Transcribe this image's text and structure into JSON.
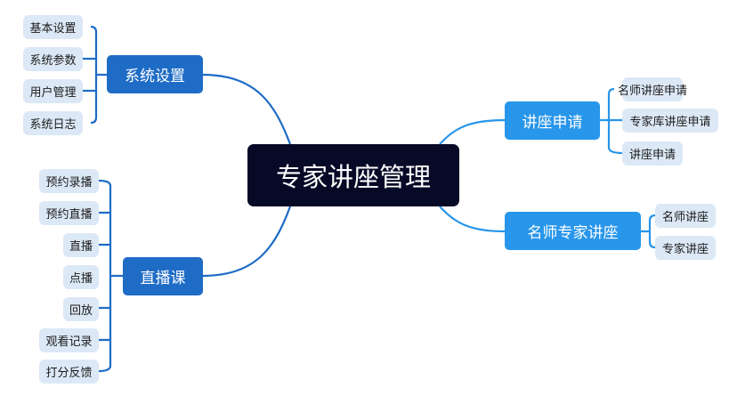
{
  "colors": {
    "root_bg": "#060a26",
    "left_branch": "#1f6cc6",
    "right_branch": "#2896ea",
    "leaf_bg": "#dce8f6"
  },
  "root": {
    "label": "专家讲座管理"
  },
  "branches": [
    {
      "label": "系统设置",
      "leaves": [
        "基本设置",
        "系统参数",
        "用户管理",
        "系统日志"
      ]
    },
    {
      "label": "直播课",
      "leaves": [
        "预约录播",
        "预约直播",
        "直播",
        "点播",
        "回放",
        "观看记录",
        "打分反馈"
      ]
    },
    {
      "label": "讲座申请",
      "leaves": [
        "名师讲座申请",
        "专家库讲座申请",
        "讲座申请"
      ]
    },
    {
      "label": "名师专家讲座",
      "leaves": [
        "名师讲座",
        "专家讲座"
      ]
    }
  ]
}
